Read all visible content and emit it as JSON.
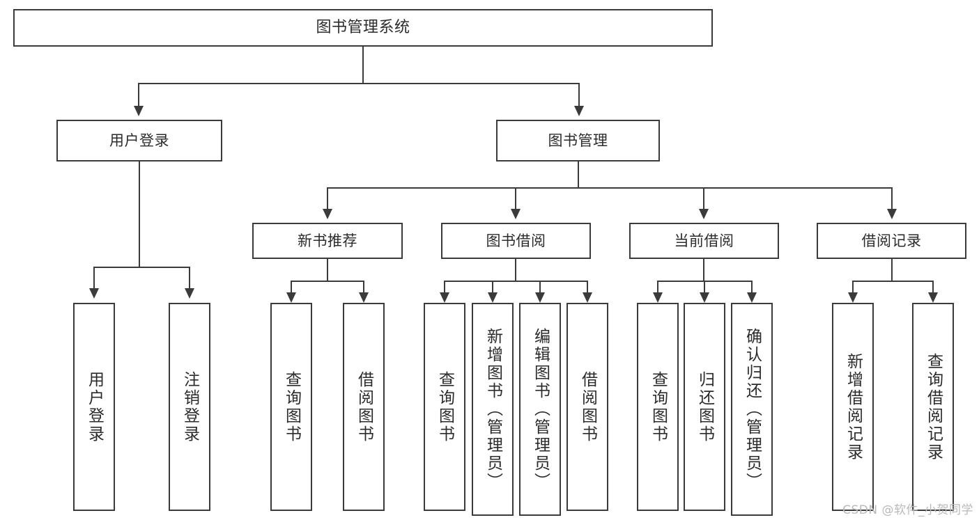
{
  "diagram": {
    "title": "图书管理系统",
    "type": "tree-diagram",
    "background": "#ffffff",
    "line_color": "#3b3b3b",
    "text_color": "#2b2b2b",
    "watermark": "CSDN @软件_小贺同学"
  },
  "nodes": {
    "root": {
      "label": "图书管理系统"
    },
    "level1": [
      {
        "label": "用户登录"
      },
      {
        "label": "图书管理"
      }
    ],
    "level2": [
      {
        "label": "新书推荐"
      },
      {
        "label": "图书借阅"
      },
      {
        "label": "当前借阅"
      },
      {
        "label": "借阅记录"
      }
    ],
    "leaves": {
      "user_login": [
        {
          "label": "用户登录"
        },
        {
          "label": "注销登录"
        }
      ],
      "new_book_recommend": [
        {
          "label": "查询图书"
        },
        {
          "label": "借阅图书"
        }
      ],
      "book_borrow": [
        {
          "label": "查询图书"
        },
        {
          "label": "新增图书（管理员）"
        },
        {
          "label": "编辑图书（管理员）"
        },
        {
          "label": "借阅图书"
        }
      ],
      "current_borrow": [
        {
          "label": "查询图书"
        },
        {
          "label": "归还图书"
        },
        {
          "label": "确认归还（管理员）"
        }
      ],
      "borrow_record": [
        {
          "label": "新增借阅记录"
        },
        {
          "label": "查询借阅记录"
        }
      ]
    }
  }
}
